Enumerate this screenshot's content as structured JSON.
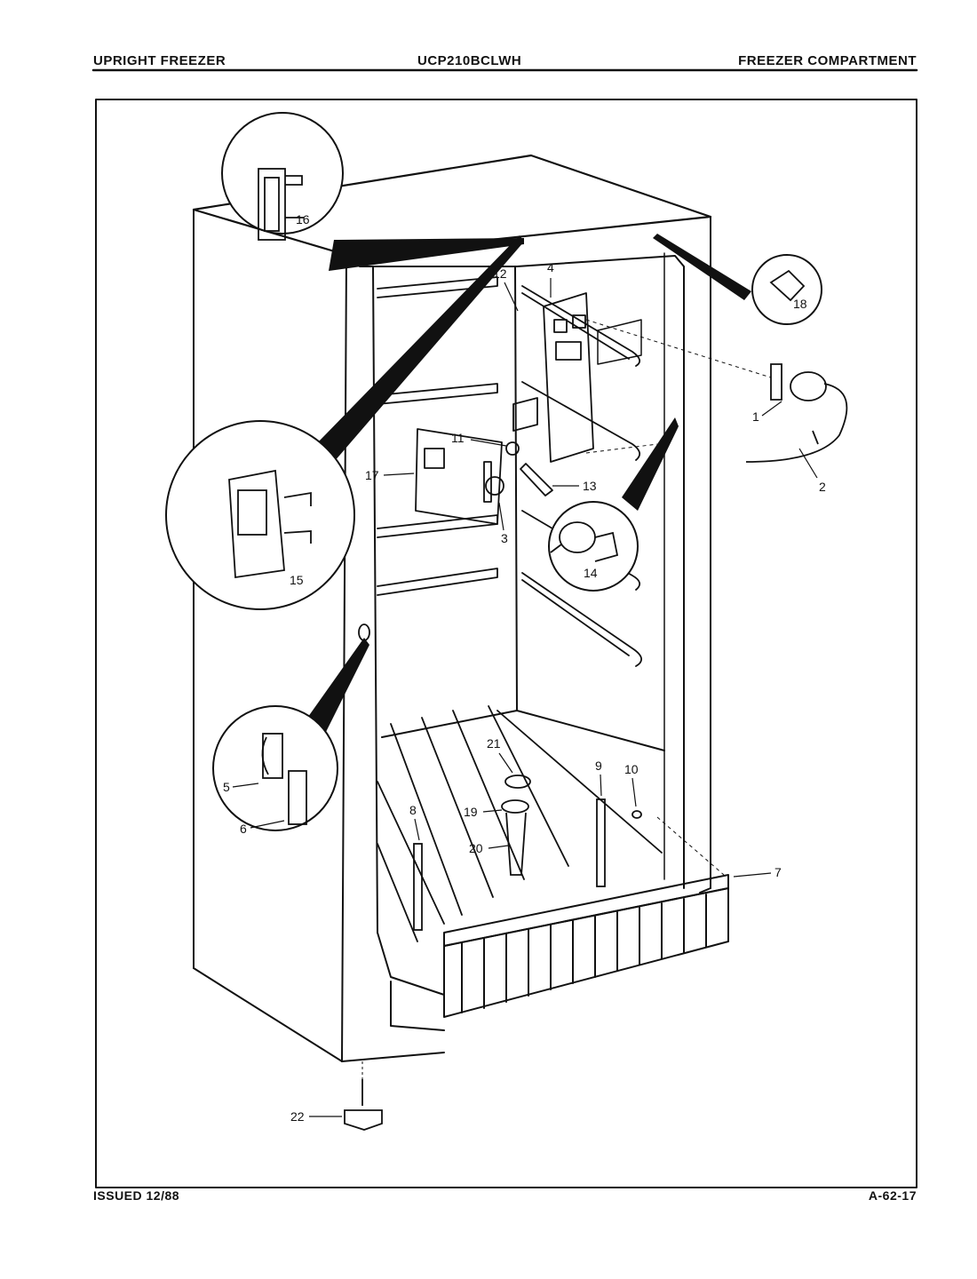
{
  "header": {
    "left": "UPRIGHT FREEZER",
    "center": "UCP210BCLWH",
    "right": "FREEZER COMPARTMENT"
  },
  "footer": {
    "left": "ISSUED 12/88",
    "right": "A-62-17"
  },
  "callouts": [
    "1",
    "2",
    "3",
    "4",
    "5",
    "6",
    "7",
    "8",
    "9",
    "10",
    "11",
    "12",
    "13",
    "14",
    "15",
    "16",
    "17",
    "18",
    "19",
    "20",
    "21",
    "22"
  ]
}
